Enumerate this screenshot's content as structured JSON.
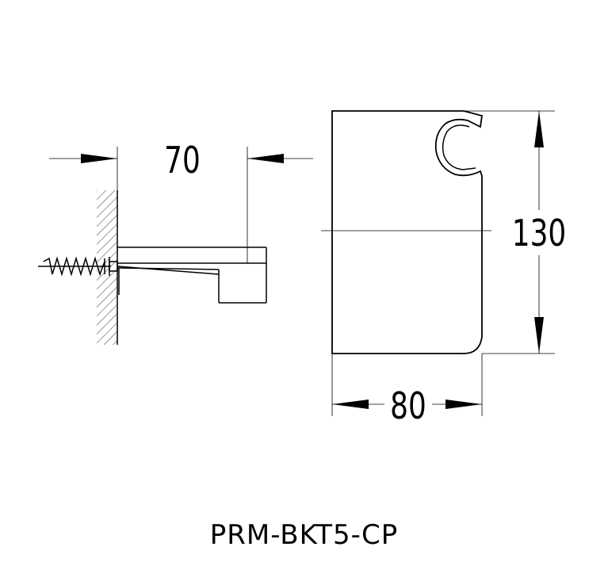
{
  "dimensions": {
    "depth": "70",
    "width": "80",
    "height": "130"
  },
  "model": "PRM-BKT5-CP",
  "colors": {
    "line": "#000000",
    "background": "#ffffff"
  }
}
